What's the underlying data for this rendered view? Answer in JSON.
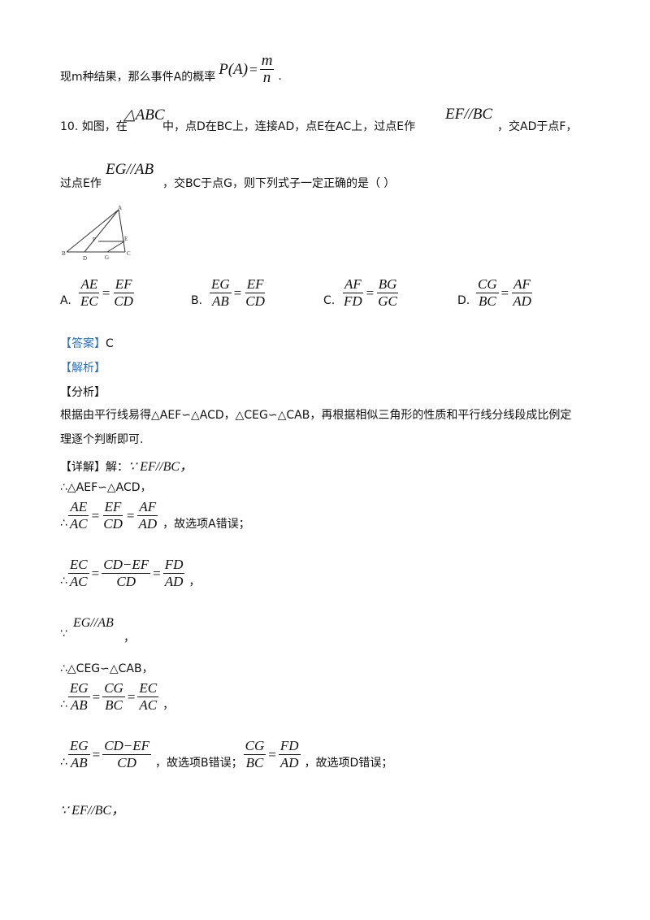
{
  "intro": {
    "text": "现m种结果，那么事件A的概率",
    "formula": {
      "lhs": "P(A)",
      "eq": "=",
      "num": "m",
      "den": "n"
    },
    "end": "."
  },
  "question": {
    "number": "10.",
    "part1": "如图，在",
    "tri_abc": "△ABC",
    "part2": "中，点D在BC上，连接AD，点E在AC上，过点E作",
    "ef_bc": "EF//BC",
    "part3": "，交AD于点F，",
    "part4": "过点E作",
    "eg_ab": "EG//AB",
    "part5": "，交BC于点G，则下列式子一定正确的是（    ）"
  },
  "figure": {
    "labels": {
      "A": "A",
      "B": "B",
      "C": "C",
      "D": "D",
      "E": "E",
      "F": "F",
      "G": "G"
    }
  },
  "options": [
    {
      "letter": "A.",
      "n1": "AE",
      "d1": "EC",
      "eq": "=",
      "n2": "EF",
      "d2": "CD"
    },
    {
      "letter": "B.",
      "n1": "EG",
      "d1": "AB",
      "eq": "=",
      "n2": "EF",
      "d2": "CD"
    },
    {
      "letter": "C.",
      "n1": "AF",
      "d1": "FD",
      "eq": "=",
      "n2": "BG",
      "d2": "GC"
    },
    {
      "letter": "D.",
      "n1": "CG",
      "d1": "BC",
      "eq": "=",
      "n2": "AF",
      "d2": "AD"
    }
  ],
  "answer": {
    "tag": "【答案】",
    "value": "C"
  },
  "analysis_tag": "【解析】",
  "fenxi": {
    "tag": "【分析】",
    "line1": "根据由平行线易得△AEF∽△ACD，△CEG∽△CAB，再根据相似三角形的性质和平行线分线段成比例定",
    "line2": "理逐个判断即可."
  },
  "detail": {
    "tag": "【详解】",
    "jie": "解：",
    "because1": "∵ EF//BC，",
    "so1": "∴△AEF∽△ACD，",
    "eq1": {
      "prefix": "∴",
      "n1": "AE",
      "d1": "AC",
      "n2": "EF",
      "d2": "CD",
      "n3": "AF",
      "d3": "AD",
      "tail": "，故选项A错误；"
    },
    "eq2": {
      "prefix": "∴",
      "n1": "EC",
      "d1": "AC",
      "n2": "CD−EF",
      "d2": "CD",
      "n3": "FD",
      "d3": "AD",
      "tail": "，"
    },
    "because2": {
      "sym": "∵",
      "text": "EG//AB",
      "tail": "，"
    },
    "so2": "∴△CEG∽△CAB，",
    "eq3": {
      "prefix": "∴",
      "n1": "EG",
      "d1": "AB",
      "n2": "CG",
      "d2": "BC",
      "n3": "EC",
      "d3": "AC",
      "tail": "，"
    },
    "eq4": {
      "prefix": "∴",
      "n1": "EG",
      "d1": "AB",
      "n2": "CD−EF",
      "d2": "CD",
      "mid": "，故选项B错误；",
      "n3": "CG",
      "d3": "BC",
      "n4": "FD",
      "d4": "AD",
      "tail": "，故选项D错误；"
    },
    "because3": "∵ EF//BC，"
  }
}
